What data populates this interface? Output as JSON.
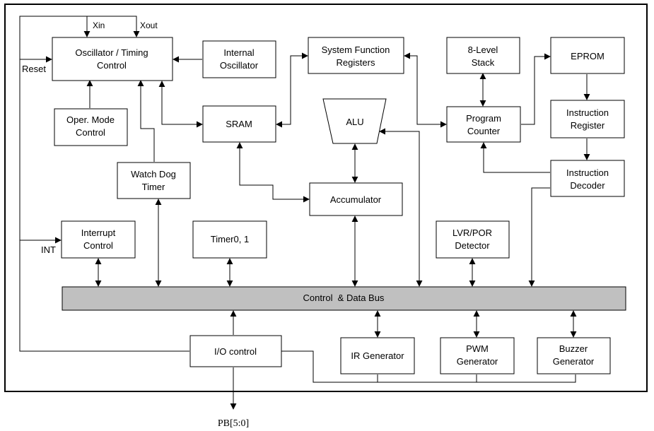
{
  "blocks": {
    "osc": [
      "Oscillator / Timing",
      "Control"
    ],
    "intosc": [
      "Internal",
      "Oscillator"
    ],
    "sfr": [
      "System Function",
      "Registers"
    ],
    "stack": [
      "8-Level",
      "Stack"
    ],
    "eprom": [
      "EPROM"
    ],
    "opmode": [
      "Oper. Mode",
      "Control"
    ],
    "sram": [
      "SRAM"
    ],
    "alu": [
      "ALU"
    ],
    "pc": [
      "Program",
      "Counter"
    ],
    "ireg": [
      "Instruction",
      "Register"
    ],
    "wdt": [
      "Watch Dog",
      "Timer"
    ],
    "idec": [
      "Instruction",
      "Decoder"
    ],
    "acc": [
      "Accumulator"
    ],
    "irq": [
      "Interrupt",
      "Control"
    ],
    "timer": [
      "Timer0, 1"
    ],
    "lvr": [
      "LVR/POR",
      "Detector"
    ],
    "bus": [
      "Control  & Data Bus"
    ],
    "io": [
      "I/O control"
    ],
    "ir": [
      "IR Generator"
    ],
    "pwm": [
      "PWM",
      "Generator"
    ],
    "buzzer": [
      "Buzzer",
      "Generator"
    ]
  },
  "signals": {
    "xin": "Xin",
    "xout": "Xout",
    "reset": "Reset",
    "int": "INT",
    "pb": "PB[5:0]"
  }
}
